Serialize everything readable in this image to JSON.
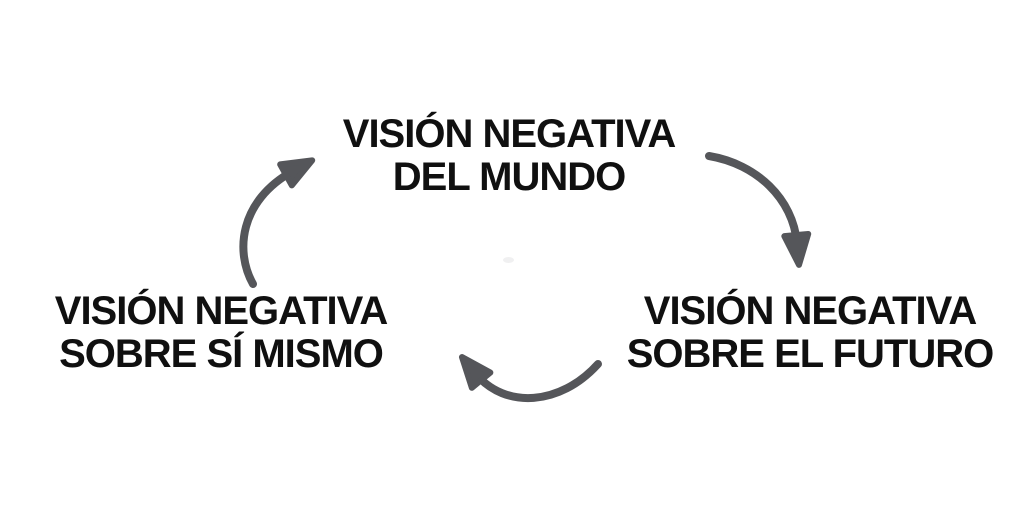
{
  "diagram": {
    "type": "cycle",
    "nodes": {
      "world": {
        "line1": "VISIÓN NEGATIVA",
        "line2": "DEL MUNDO"
      },
      "future": {
        "line1": "VISIÓN NEGATIVA",
        "line2": "SOBRE EL FUTURO"
      },
      "self": {
        "line1": "VISIÓN NEGATIVA",
        "line2": "SOBRE SÍ MISMO"
      }
    },
    "arrows": [
      {
        "from": "world",
        "to": "future",
        "direction": "curves right and down"
      },
      {
        "from": "future",
        "to": "self",
        "direction": "curves left along the bottom"
      },
      {
        "from": "self",
        "to": "world",
        "direction": "curves up and right"
      }
    ]
  },
  "colors": {
    "background": "#ffffff",
    "text": "#101010",
    "arrow": "#55565a",
    "smudge": "#f0f0f1"
  }
}
